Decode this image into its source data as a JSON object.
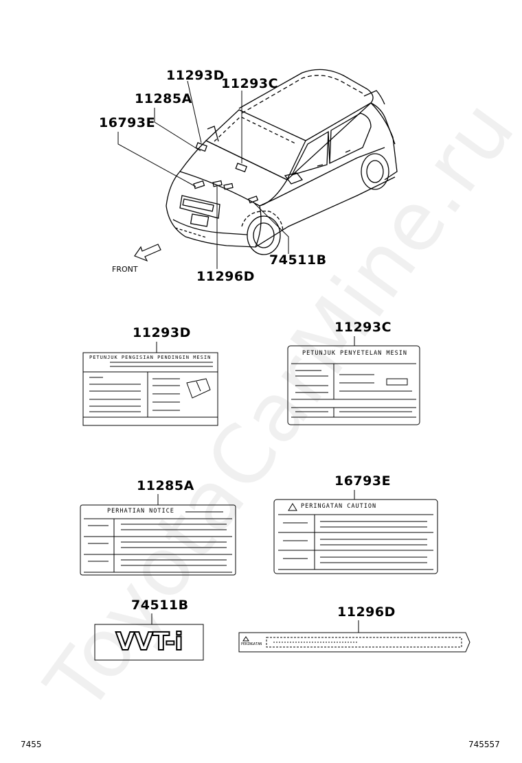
{
  "watermark": "ToyotaCarMine.ru",
  "vehicle_callouts": {
    "c11293D": "11293D",
    "c11293C": "11293C",
    "c11285A": "11285A",
    "c16793E": "16793E",
    "c74511B": "74511B",
    "c11296D": "11296D",
    "front": "FRONT"
  },
  "labels": {
    "l11293D": {
      "code": "11293D",
      "heading": "PETUNJUK PENGISIAN PENDINGIN MESIN"
    },
    "l11293C": {
      "code": "11293C",
      "heading": "PETUNJUK PENYETELAN MESIN"
    },
    "l11285A": {
      "code": "11285A",
      "heading": "PERHATIAN  NOTICE"
    },
    "l16793E": {
      "code": "16793E",
      "heading": "PERINGATAN  CAUTION"
    },
    "l74511B": {
      "code": "74511B",
      "emblem": "VVT-i"
    },
    "l11296D": {
      "code": "11296D",
      "tag": "PERINGATAN"
    }
  },
  "footer": {
    "left": "7455",
    "right": "745557"
  }
}
